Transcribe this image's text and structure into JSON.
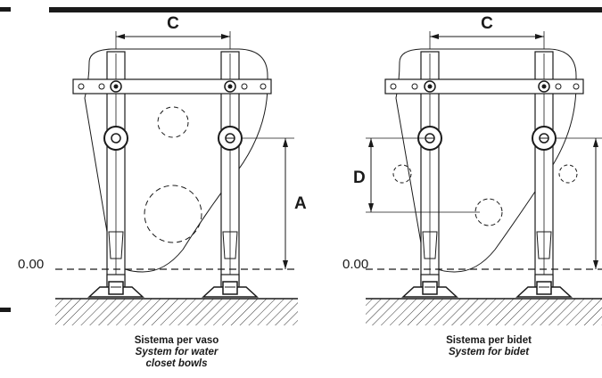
{
  "labels": {
    "dim_c": "C",
    "dim_a": "A",
    "dim_d": "D",
    "zero_level": "0.00"
  },
  "captions": {
    "left": {
      "title": "Sistema per vaso",
      "subtitle_line1": "System for water",
      "subtitle_line2": "closet bowls"
    },
    "right": {
      "title": "Sistema per bidet",
      "subtitle": "System for bidet"
    }
  }
}
